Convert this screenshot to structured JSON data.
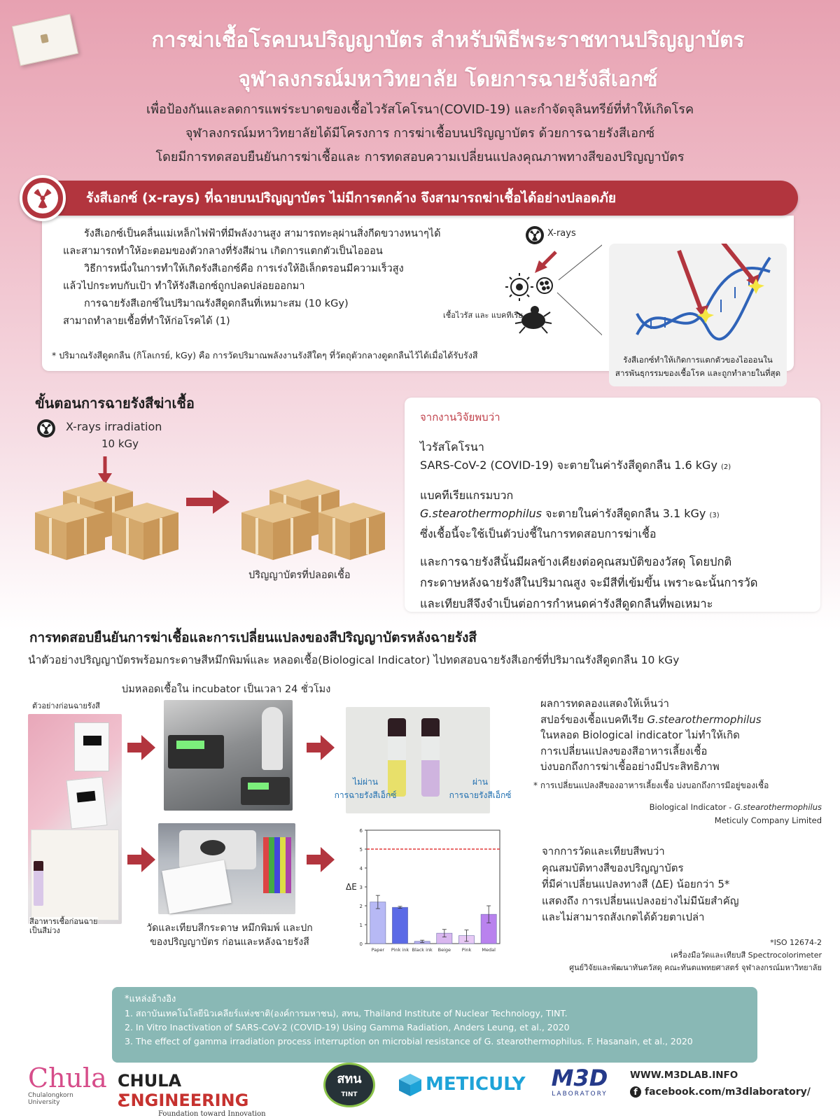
{
  "header": {
    "title_line1": "การฆ่าเชื้อโรคบนปริญญาบัตร สำหรับพิธีพระราชทานปริญญาบัตร",
    "title_line2": "จุฬาลงกรณ์มหาวิทยาลัย โดยการฉายรังสีเอกซ์",
    "intro": [
      "เพื่อป้องกันและลดการแพร่ระบาดของเชื้อไวรัสโคโรนา(COVID-19) และกำจัดจุลินทรีย์ที่ทำให้เกิดโรค",
      "จุฬาลงกรณ์มหาวิทยาลัยได้มีโครงการ การฆ่าเชื้อบนปริญญาบัตร ด้วยการฉายรังสีเอกซ์",
      "โดยมีการทดสอบยืนยันการฆ่าเชื้อและ การทดสอบความเปลี่ยนแปลงคุณภาพทางสีของปริญญาบัตร"
    ]
  },
  "xray_section": {
    "banner": "รังสีเอกซ์ (x-rays) ที่ฉายบนปริญญาบัตร ไม่มีการตกค้าง จึงสามารถฆ่าเชื้อได้อย่างปลอดภัย",
    "paragraph_lines": [
      "รังสีเอกซ์เป็นคลื่นแม่เหล็กไฟฟ้าที่มีพลังงานสูง สามารถทะลุผ่านสิ่งกีดขวางหนาๆได้",
      "และสามารถทำให้อะตอมของตัวกลางที่รังสีผ่าน เกิดการแตกตัวเป็นไอออน",
      "วิธีการหนึ่งในการทำให้เกิดรังสีเอกซ์คือ การเร่งให้อิเล็กตรอนมีความเร็วสูง",
      "แล้วไปกระทบกับเป้า ทำให้รังสีเอกซ์ถูกปลดปล่อยออกมา",
      "การฉายรังสีเอกซ์ในปริมาณรังสีดูดกลืนที่เหมาะสม (10 kGy)",
      "สามาถทำลายเชื้อที่ทำให้ก่อโรคได้ (1)"
    ],
    "footnote": "* ปริมาณรังสีดูดกลืน (กิโลเกรย์, kGy) คือ การวัดปริมาณพลังงานรังสีใดๆ ที่วัตถุตัวกลางดูดกลืนไว้ได้เมื่อได้รับรังสี",
    "xrays_label": "X-rays",
    "germs_label": "เชื้อไวรัส และ แบคทีเรีย",
    "dna_caption_line1": "รังสีเอกซ์ทำให้เกิดการแตกตัวของไอออนใน",
    "dna_caption_line2": "สารพันธุกรรมของเชื้อโรค และถูกทำลายในที่สุด"
  },
  "steps": {
    "heading": "ขั้นตอนการฉายรังสีฆ่าเชื้อ",
    "irradiation_label": "X-rays irradiation",
    "dose": "10 kGy",
    "result_label": "ปริญญาบัตรที่ปลอดเชื้อ"
  },
  "findings": {
    "title": "จากงานวิจัยพบว่า",
    "virus_heading": "ไวรัสโคโรนา",
    "virus_line": "SARS-CoV-2 (COVID-19) จะตายในค่ารังสีดูดกลืน 1.6 kGy",
    "virus_ref": "(2)",
    "bacteria_heading": "แบคทีเรียแกรมบวก",
    "bacteria_name": "G.stearothermophilus",
    "bacteria_line": " จะตายในค่ารังสีดูดกลืน 3.1 kGy",
    "bacteria_ref": "(3)",
    "bacteria_line2": "ซึ่งเชื้อนี้จะใช้เป็นตัวบ่งชี้ในการทดสอบการฆ่าเชื้อ",
    "side_effect": [
      "และการฉายรังสีนั้นมีผลข้างเคียงต่อคุณสมบัติของวัสดุ โดยปกติ",
      "กระดาษหลังฉายรังสีในปริมาณสูง จะมีสีที่เข้มขึ้น เพราะฉะนั้นการวัด",
      "และเทียบสีจึงจำเป็นต่อการกำหนดค่ารังสีดูดกลืนที่พอเหมาะ"
    ]
  },
  "test": {
    "heading": "การทดสอบยืนยันการฆ่าเชื้อและการเปลี่ยนแปลงของสีปริญญาบัตรหลังฉายรังสี",
    "subheading": "นำตัวอย่างปริญญาบัตรพร้อมกระดาษสีหมึกพิมพ์และ หลอดเชื้อ(Biological Indicator) ไปทดสอบฉายรังสีเอกซ์ที่ปริมาณรังสีดูดกลืน 10 kGy",
    "incubate_label": "บ่มหลอดเชื้อใน incubator เป็นเวลา 24 ชั่วโมง",
    "sample_label": "ตัวอย่างก่อนฉายรังสี",
    "media_label_line1": "สีอาหารเชื้อก่อนฉาย",
    "media_label_line2": "เป็นสีม่วง",
    "not_passed_line1": "ไม่ผ่าน",
    "not_passed_line2": "การฉายรังสีเอ็กซ์",
    "passed_line1": "ผ่าน",
    "passed_line2": "การฉายรังสีเอ็กซ์",
    "color_measure_line1": "วัดและเทียบสีกระดาษ หมึกพิมพ์ และปก",
    "color_measure_line2": "ของปริญญาบัตร ก่อนและหลังฉายรังสี",
    "result1": [
      "ผลการทดลองแสดงให้เห็นว่า",
      "สปอร์ของเชื้อแบคทีเรีย ",
      "ในหลอด Biological indicator ไม่ทำให้เกิด",
      "การเปลี่ยนแปลงของสีอาหารเลี้ยงเชื้อ",
      "บ่งบอกถึงการฆ่าเชื้ออย่างมีประสิทธิภาพ"
    ],
    "result1_species": "G.stearothermophilus",
    "result1_note": "* การเปลี่ยนแปลงสีของอาหารเลี้ยงเชื้อ บ่งบอกถึงการมีอยู่ของเชื้อ",
    "bi_credit_line1": "Biological Indicator - ",
    "bi_credit_species": "G.stearothermophilus",
    "bi_credit_line2": "Meticuly Company Limited",
    "result2": [
      "จากการวัดและเทียบสีพบว่า",
      "คุณสมบัติทางสีของปริญญาบัตร",
      "ที่มีค่าเปลี่ยนแปลงทางสี (ΔE) น้อยกว่า 5*",
      "แสดงถึง การเปลี่ยนแปลงอย่างไม่มีนัยสำคัญ",
      "และไม่สามารถสังเกตได้ด้วยตาเปล่า"
    ],
    "iso_note": "*ISO 12674-2",
    "instrument": "เครื่องมือวัดและเทียบสี Spectrocolorimeter",
    "center": "ศูนย์วิจัยและพัฒนาทันตวัสดุ  คณะทันตแพทยศาสตร์ จุฬาลงกรณ์มหาวิทยาลัย"
  },
  "chart_data": {
    "type": "bar",
    "categories": [
      "Paper",
      "Pink ink",
      "Black ink",
      "Beige",
      "Pink",
      "Medal"
    ],
    "values": [
      2.2,
      1.92,
      0.12,
      0.55,
      0.42,
      1.55
    ],
    "errors": [
      0.35,
      0.05,
      0.06,
      0.2,
      0.3,
      0.45
    ],
    "colors": [
      "#b7b9f5",
      "#5b6ae6",
      "#b6b0ef",
      "#d9b7ef",
      "#e8c9f5",
      "#b982ee"
    ],
    "ylabel": "ΔE",
    "ylim": [
      0,
      6
    ],
    "yticks": [
      "0",
      "1",
      "2",
      "3",
      "4",
      "5",
      "6"
    ],
    "threshold": 5,
    "threshold_color": "#e23b3b"
  },
  "references": {
    "title": "*แหล่งอ้างอิง",
    "items": [
      "1. สถาบันเทคโนโลยีนิวเคลียร์แห่งชาติ(องค์การมหาชน), สทน, Thailand Institute of Nuclear Technology, TINT.",
      "2. In Vitro Inactivation of SARS-CoV-2 (COVID-19) Using Gamma Radiation, Anders Leung, et al., 2020",
      "3. The effect of gamma irradiation process interruption on microbial resistance of G. stearothermophilus. F. Hasanain, et al., 2020"
    ]
  },
  "footer": {
    "chula": "Chula",
    "chula_sub": "Chulalongkorn University",
    "eng_a": "CHULA ",
    "eng_b": "ƸNGINEERING",
    "eng_sub": "Foundation toward Innovation",
    "tint": "สทน",
    "tint_sub": "TINT",
    "meticuly": "METICULY",
    "m3d": "M3D",
    "m3d_sub": "LABORATORY",
    "website": "WWW.M3DLAB.INFO",
    "facebook": "facebook.com/m3dlaboratory/",
    "colors": {
      "chula_pink": "#d64d8a",
      "eng_red": "#c6322f",
      "meticuly_blue": "#1ea3d8",
      "m3d_navy": "#253a8a"
    }
  }
}
